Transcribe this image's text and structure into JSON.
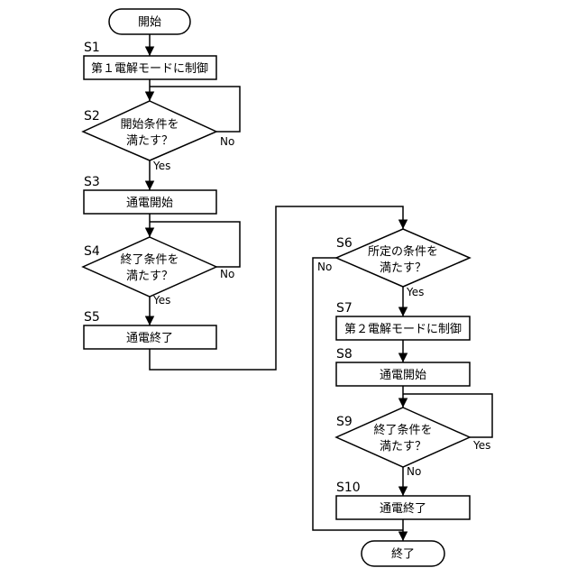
{
  "flowchart": {
    "start_label": "開始",
    "end_label": "終了",
    "steps": [
      {
        "id": "S1",
        "kind": "process",
        "lines": [
          "第１電解モードに制御"
        ]
      },
      {
        "id": "S2",
        "kind": "decision",
        "lines": [
          "開始条件を",
          "満たす？"
        ],
        "yes": "Yes",
        "no": "No"
      },
      {
        "id": "S3",
        "kind": "process",
        "lines": [
          "通電開始"
        ]
      },
      {
        "id": "S4",
        "kind": "decision",
        "lines": [
          "終了条件を",
          "満たす？"
        ],
        "yes": "Yes",
        "no": "No"
      },
      {
        "id": "S5",
        "kind": "process",
        "lines": [
          "通電終了"
        ]
      },
      {
        "id": "S6",
        "kind": "decision",
        "lines": [
          "所定の条件を",
          "満たす？"
        ],
        "yes": "Yes",
        "no": "No"
      },
      {
        "id": "S7",
        "kind": "process",
        "lines": [
          "第２電解モードに制御"
        ]
      },
      {
        "id": "S8",
        "kind": "process",
        "lines": [
          "通電開始"
        ]
      },
      {
        "id": "S9",
        "kind": "decision",
        "lines": [
          "終了条件を",
          "満たす？"
        ],
        "yes": "Yes",
        "no": "No"
      },
      {
        "id": "S10",
        "kind": "process",
        "lines": [
          "通電終了"
        ]
      }
    ]
  }
}
